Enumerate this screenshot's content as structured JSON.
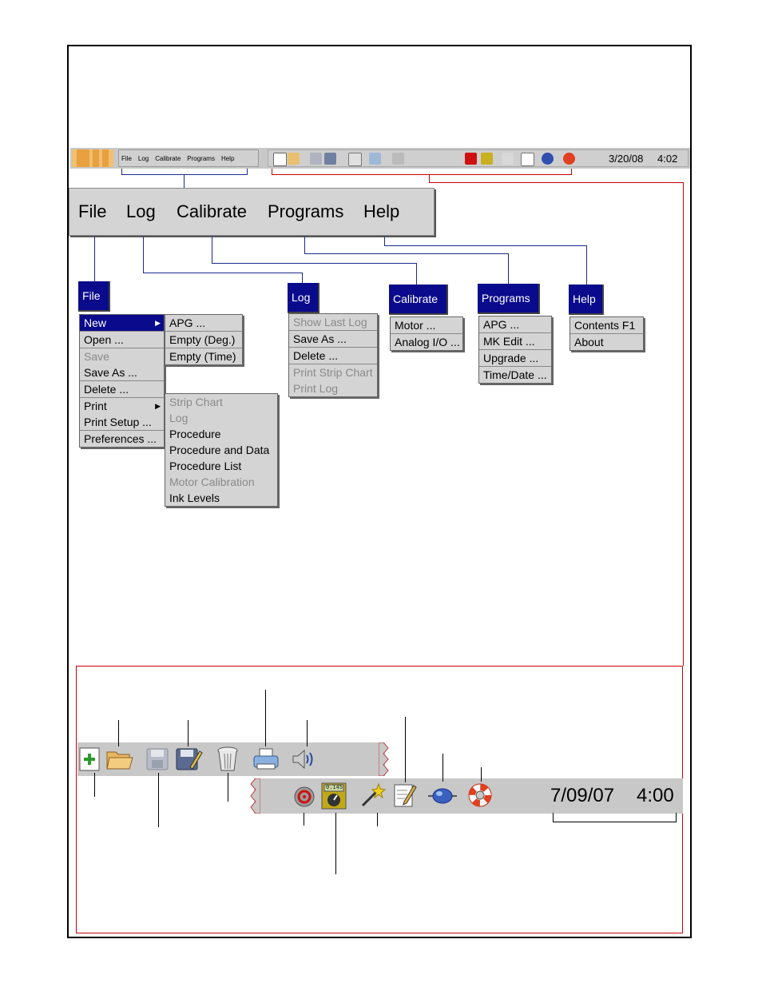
{
  "topbar": {
    "menu": [
      "File",
      "Log",
      "Calibrate",
      "Programs",
      "Help"
    ],
    "date": "3/20/08",
    "time": "4:02"
  },
  "menubar": [
    "File",
    "Log",
    "Calibrate",
    "Programs",
    "Help"
  ],
  "menus": {
    "file": {
      "title": "File",
      "items": [
        "New",
        "Open ...",
        "Save",
        "Save As ...",
        "Delete ...",
        "Print",
        "Print Setup ...",
        "Preferences ..."
      ]
    },
    "file_new": {
      "items": [
        "APG ...",
        "Empty (Deg.)",
        "Empty (Time)"
      ]
    },
    "file_print": {
      "items": [
        "Strip Chart",
        "Log",
        "Procedure",
        "Procedure and Data",
        "Procedure List",
        "Motor Calibration",
        "Ink Levels"
      ]
    },
    "log": {
      "title": "Log",
      "items": [
        "Show Last Log",
        "Save As ...",
        "Delete ...",
        "Print Strip Chart",
        "Print Log"
      ]
    },
    "calibrate": {
      "title": "Calibrate",
      "items": [
        "Motor ...",
        "Analog I/O ..."
      ]
    },
    "programs": {
      "title": "Programs",
      "items": [
        "APG ...",
        "MK Edit ...",
        "Upgrade ...",
        "Time/Date ..."
      ]
    },
    "help": {
      "title": "Help",
      "items": [
        "Contents  F1",
        "About"
      ]
    }
  },
  "zoom": {
    "date": "7/09/07",
    "time": "4:00",
    "meter_value": "0.145"
  },
  "icons": [
    "new-icon",
    "open-folder-icon",
    "save-icon",
    "save-as-icon",
    "delete-trash-icon",
    "print-icon",
    "sound-icon",
    "motor-icon",
    "meter-icon",
    "wand-icon",
    "edit-icon",
    "connection-icon",
    "help-lifebuoy-icon"
  ]
}
